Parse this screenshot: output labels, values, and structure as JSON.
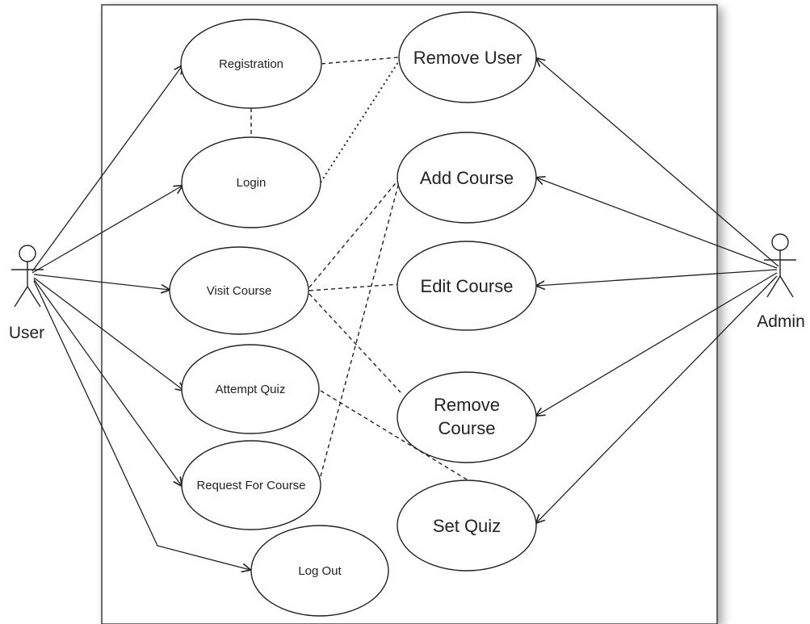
{
  "actors": {
    "user": {
      "label": "User"
    },
    "admin": {
      "label": "Admin"
    }
  },
  "use_cases": {
    "registration": {
      "label": "Registration"
    },
    "login": {
      "label": "Login"
    },
    "visit_course": {
      "label": "Visit Course"
    },
    "attempt_quiz": {
      "label": "Attempt Quiz"
    },
    "request_for_course": {
      "label": "Request For Course"
    },
    "log_out": {
      "label": "Log Out"
    },
    "remove_user": {
      "label": "Remove User"
    },
    "add_course": {
      "label": "Add Course"
    },
    "edit_course": {
      "label": "Edit Course"
    },
    "remove_course": {
      "label_line1": "Remove",
      "label_line2": "Course"
    },
    "set_quiz": {
      "label": "Set Quiz"
    }
  },
  "relations": {
    "user_to": [
      "registration",
      "login",
      "visit_course",
      "attempt_quiz",
      "request_for_course",
      "log_out"
    ],
    "admin_to": [
      "remove_user",
      "add_course",
      "edit_course",
      "remove_course",
      "set_quiz"
    ],
    "dashed_links": [
      [
        "registration",
        "remove_user"
      ],
      [
        "registration",
        "login"
      ],
      [
        "login",
        "remove_user"
      ],
      [
        "visit_course",
        "add_course"
      ],
      [
        "visit_course",
        "edit_course"
      ],
      [
        "visit_course",
        "remove_course"
      ],
      [
        "request_for_course",
        "add_course"
      ],
      [
        "attempt_quiz",
        "set_quiz"
      ]
    ]
  },
  "colors": {
    "stroke": "#222222",
    "background": "#ffffff",
    "shadow": "#cfcfcf"
  }
}
